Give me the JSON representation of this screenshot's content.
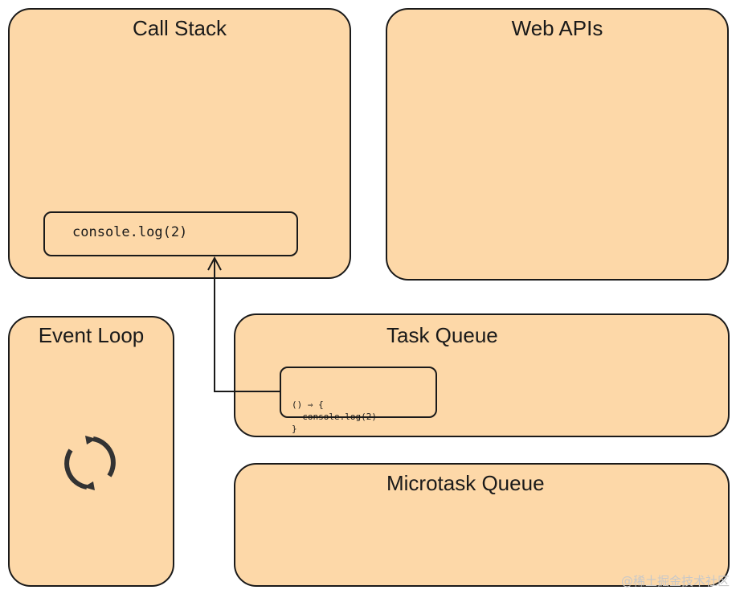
{
  "panels": {
    "call_stack": {
      "title": "Call Stack"
    },
    "web_apis": {
      "title": "Web APIs"
    },
    "event_loop": {
      "title": "Event Loop"
    },
    "task_queue": {
      "title": "Task Queue"
    },
    "microtask_queue": {
      "title": "Microtask Queue"
    }
  },
  "call_stack_frame": {
    "code": "console.log(2)"
  },
  "task_frame": {
    "lines": [
      "() ⇒ {",
      "  console.log(2)",
      "}"
    ]
  },
  "icons": {
    "event_loop": "refresh-cycle-icon",
    "connector": "arrow-up-icon"
  },
  "colors": {
    "panel_fill": "#fdd8a8",
    "stroke": "#1a1a1a"
  },
  "watermark": "@稀土掘金技术社区"
}
